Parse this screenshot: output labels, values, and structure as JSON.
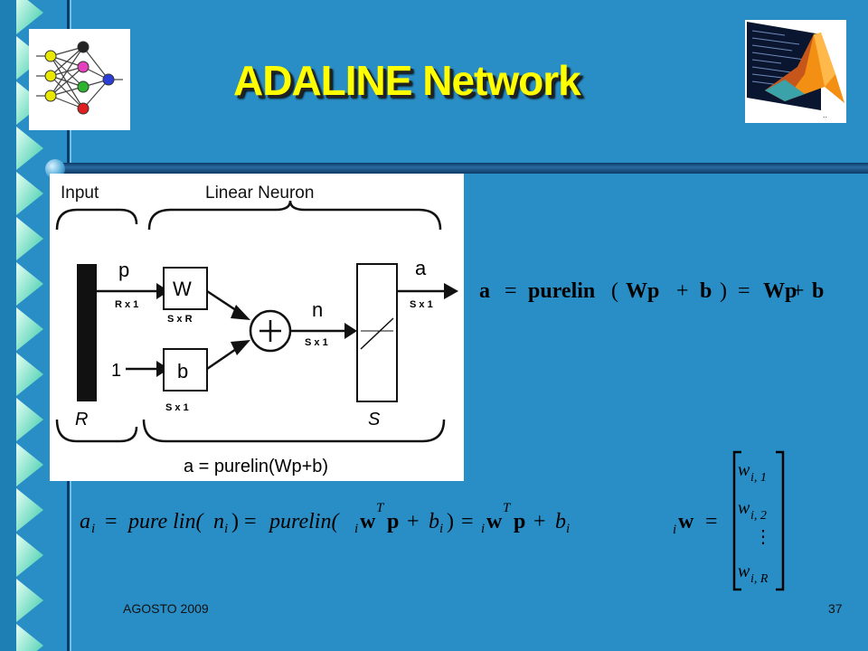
{
  "slide": {
    "title": "ADALINE Network",
    "footer_left": "AGOSTO 2009",
    "page_number": "37",
    "background": "#2a8ec6",
    "title_color": "#ffff00"
  },
  "icons": {
    "top_left": "neural-network-logo",
    "top_right": "matlab-logo"
  },
  "diagram": {
    "section_input": "Input",
    "section_neuron": "Linear Neuron",
    "input_label": "p",
    "input_dim": "R x 1",
    "input_size": "R",
    "weight_label": "W",
    "weight_dim": "S x R",
    "one_label": "1",
    "bias_label": "b",
    "bias_dim": "S x 1",
    "net_label": "n",
    "net_dim": "S x 1",
    "output_label": "a",
    "output_dim": "S x 1",
    "layer_size": "S",
    "caption": "a = purelin(Wp+b)"
  },
  "equations": {
    "matrix_form": {
      "a": "a",
      "eq": "=",
      "func": "purelin",
      "lparen": "(",
      "arg": "Wp",
      "plus": "+",
      "b": "b",
      "rparen": ")",
      "eq2": "=",
      "res": "Wp",
      "plus2": "+",
      "b2": "b"
    },
    "element_form": {
      "a": "a",
      "i": "i",
      "eq": "=",
      "f1": "pure lin(",
      "n": "n",
      "close1": ")",
      "eq2": "=",
      "f2": "purelin(",
      "w": "w",
      "T": "T",
      "p": "p",
      "plus": "+",
      "b": "b",
      "close2": ")",
      "eq3": "=",
      "plus2": "+"
    },
    "weight_vector": {
      "lhs": "w",
      "lhs_sub": "i",
      "eq": "=",
      "e": "w",
      "sub1": "i, 1",
      "sub2": "i, 2",
      "vdots": "⋮",
      "subR": "i, R"
    }
  }
}
